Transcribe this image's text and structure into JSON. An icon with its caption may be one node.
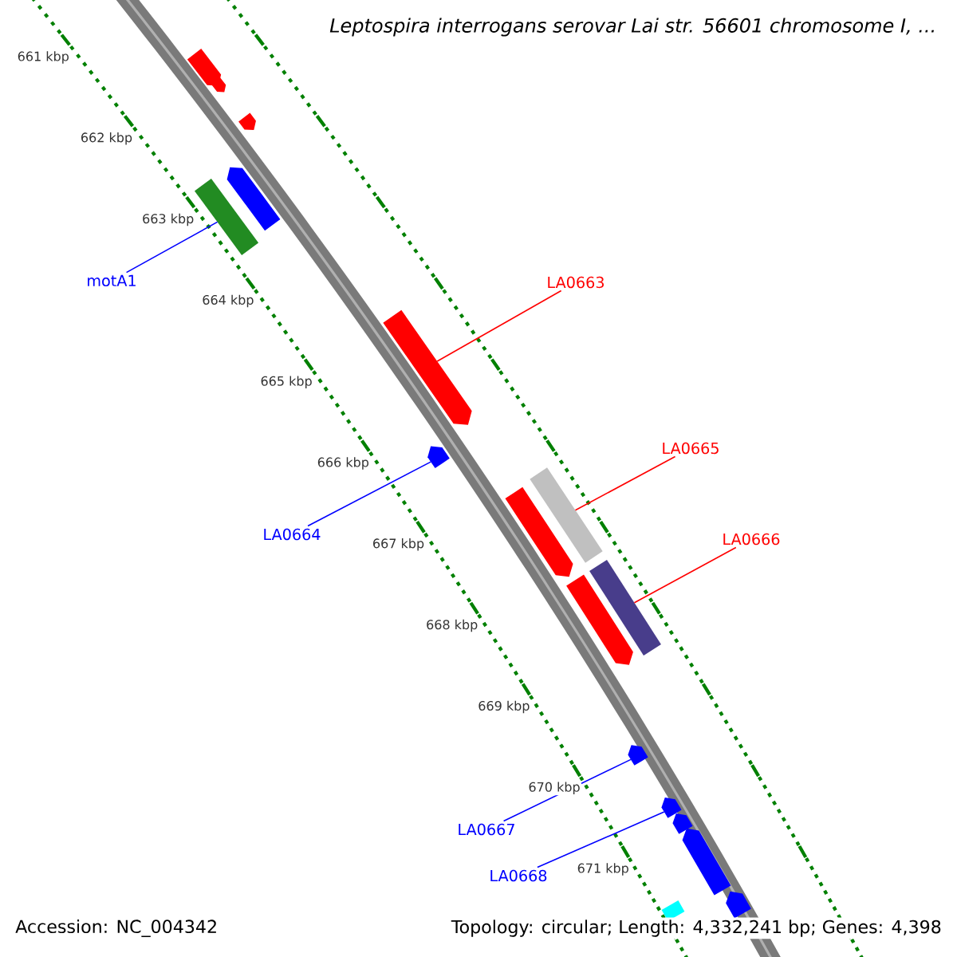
{
  "diagram": {
    "title": "Leptospira interrogans serovar Lai str. 56601 chromosome I, ...",
    "nodes": [
      {
        "text": [
          "motA1"
        ]
      },
      {
        "text": [
          "LA0663"
        ]
      },
      {
        "text": [
          "LA0664"
        ]
      },
      {
        "text": [
          "LA0665"
        ]
      },
      {
        "text": [
          "LA0666"
        ]
      },
      {
        "text": [
          "LA0667"
        ]
      },
      {
        "text": [
          "LA0668"
        ]
      },
      {
        "text": [],
        "shape": "arrow"
      },
      {
        "text": [],
        "shape": "arrow"
      },
      {
        "text": [],
        "shape": "arrow"
      },
      {
        "text": [],
        "shape": "arrow"
      },
      {
        "text": [],
        "shape": "bar"
      },
      {
        "text": [],
        "shape": "arrow"
      },
      {
        "text": [],
        "shape": "arrow"
      },
      {
        "text": [],
        "shape": "bar"
      },
      {
        "text": [],
        "shape": "arrow"
      },
      {
        "text": [],
        "shape": "bar"
      },
      {
        "text": [],
        "shape": "arrow"
      },
      {
        "text": [],
        "shape": "arrow"
      },
      {
        "text": [],
        "shape": "arrow"
      },
      {
        "text": [],
        "shape": "arrow"
      },
      {
        "text": [],
        "shape": "arrow"
      },
      {
        "text": [],
        "shape": "arrow"
      },
      {
        "text": [],
        "shape": "bar"
      }
    ],
    "edges": [
      {
        "from": 0,
        "to": 11,
        "arrow": "none"
      },
      {
        "from": 1,
        "to": 12,
        "arrow": "none",
        "color": "#ff0000"
      },
      {
        "from": 2,
        "to": 13,
        "arrow": "none"
      },
      {
        "from": 3,
        "to": 14,
        "arrow": "none",
        "color": "#ff0000"
      },
      {
        "from": 4,
        "to": 16,
        "arrow": "none",
        "color": "#ff0000"
      },
      {
        "from": 5,
        "to": 18,
        "arrow": "none"
      },
      {
        "from": 6,
        "to": 19,
        "arrow": "none"
      }
    ],
    "labels": [
      "661 kbp",
      "662 kbp",
      "663 kbp",
      "664 kbp",
      "665 kbp",
      "666 kbp",
      "667 kbp",
      "668 kbp",
      "669 kbp",
      "670 kbp",
      "671 kbp",
      "Accession: NC_004342",
      "Topology: circular; Length: 4,332,241 bp; Genes: 4,398"
    ]
  }
}
